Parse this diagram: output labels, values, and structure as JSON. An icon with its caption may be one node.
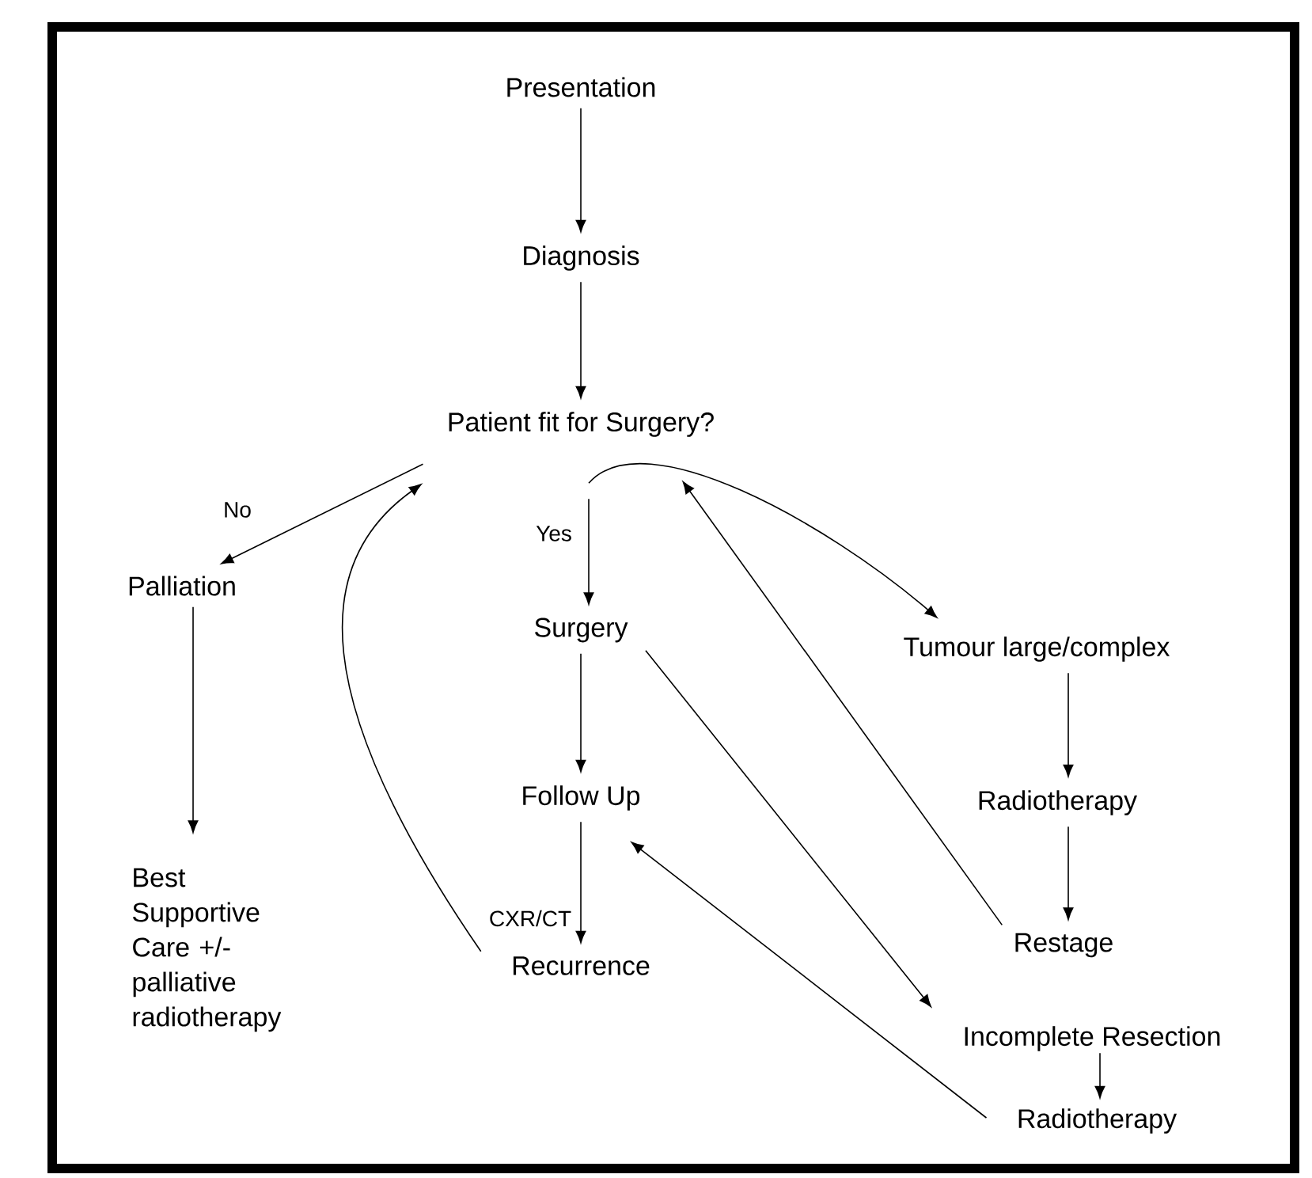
{
  "diagram": {
    "nodes": [
      {
        "text": [
          "Presentation"
        ]
      },
      {
        "text": [
          "Diagnosis"
        ]
      },
      {
        "text": [
          "Patient fit for Surgery?"
        ]
      },
      {
        "text": [
          "Palliation"
        ]
      },
      {
        "text": [
          "Best Supportive Care +/- palliative radiotherapy"
        ]
      },
      {
        "text": [
          "Surgery"
        ]
      },
      {
        "text": [
          "Tumour large/complex"
        ]
      },
      {
        "text": [
          "Follow Up"
        ]
      },
      {
        "text": [
          "Radiotherapy"
        ]
      },
      {
        "text": [
          "Recurrence"
        ]
      },
      {
        "text": [
          "Restage"
        ]
      },
      {
        "text": [
          "Incomplete Resection"
        ]
      },
      {
        "text": [
          "Radiotherapy"
        ]
      }
    ],
    "edges": [
      {
        "from": 0,
        "to": 1,
        "arrow": "to"
      },
      {
        "from": 1,
        "to": 2,
        "arrow": "to"
      },
      {
        "from": 2,
        "to": 3,
        "arrow": "to",
        "label": "No"
      },
      {
        "from": 2,
        "to": 5,
        "arrow": "to",
        "label": "Yes"
      },
      {
        "from": 2,
        "to": 6,
        "arrow": "to"
      },
      {
        "from": 3,
        "to": 4,
        "arrow": "to"
      },
      {
        "from": 5,
        "to": 7,
        "arrow": "to"
      },
      {
        "from": 7,
        "to": 9,
        "arrow": "to",
        "label": "CXR/CT"
      },
      {
        "from": 5,
        "to": 11,
        "arrow": "to"
      },
      {
        "from": 9,
        "to": 2,
        "arrow": "to"
      },
      {
        "from": 10,
        "to": 2,
        "arrow": "to"
      },
      {
        "from": 6,
        "to": 8,
        "arrow": "to"
      },
      {
        "from": 8,
        "to": 10,
        "arrow": "to"
      },
      {
        "from": 11,
        "to": 12,
        "arrow": "to"
      },
      {
        "from": 12,
        "to": 7,
        "arrow": "to"
      }
    ]
  }
}
